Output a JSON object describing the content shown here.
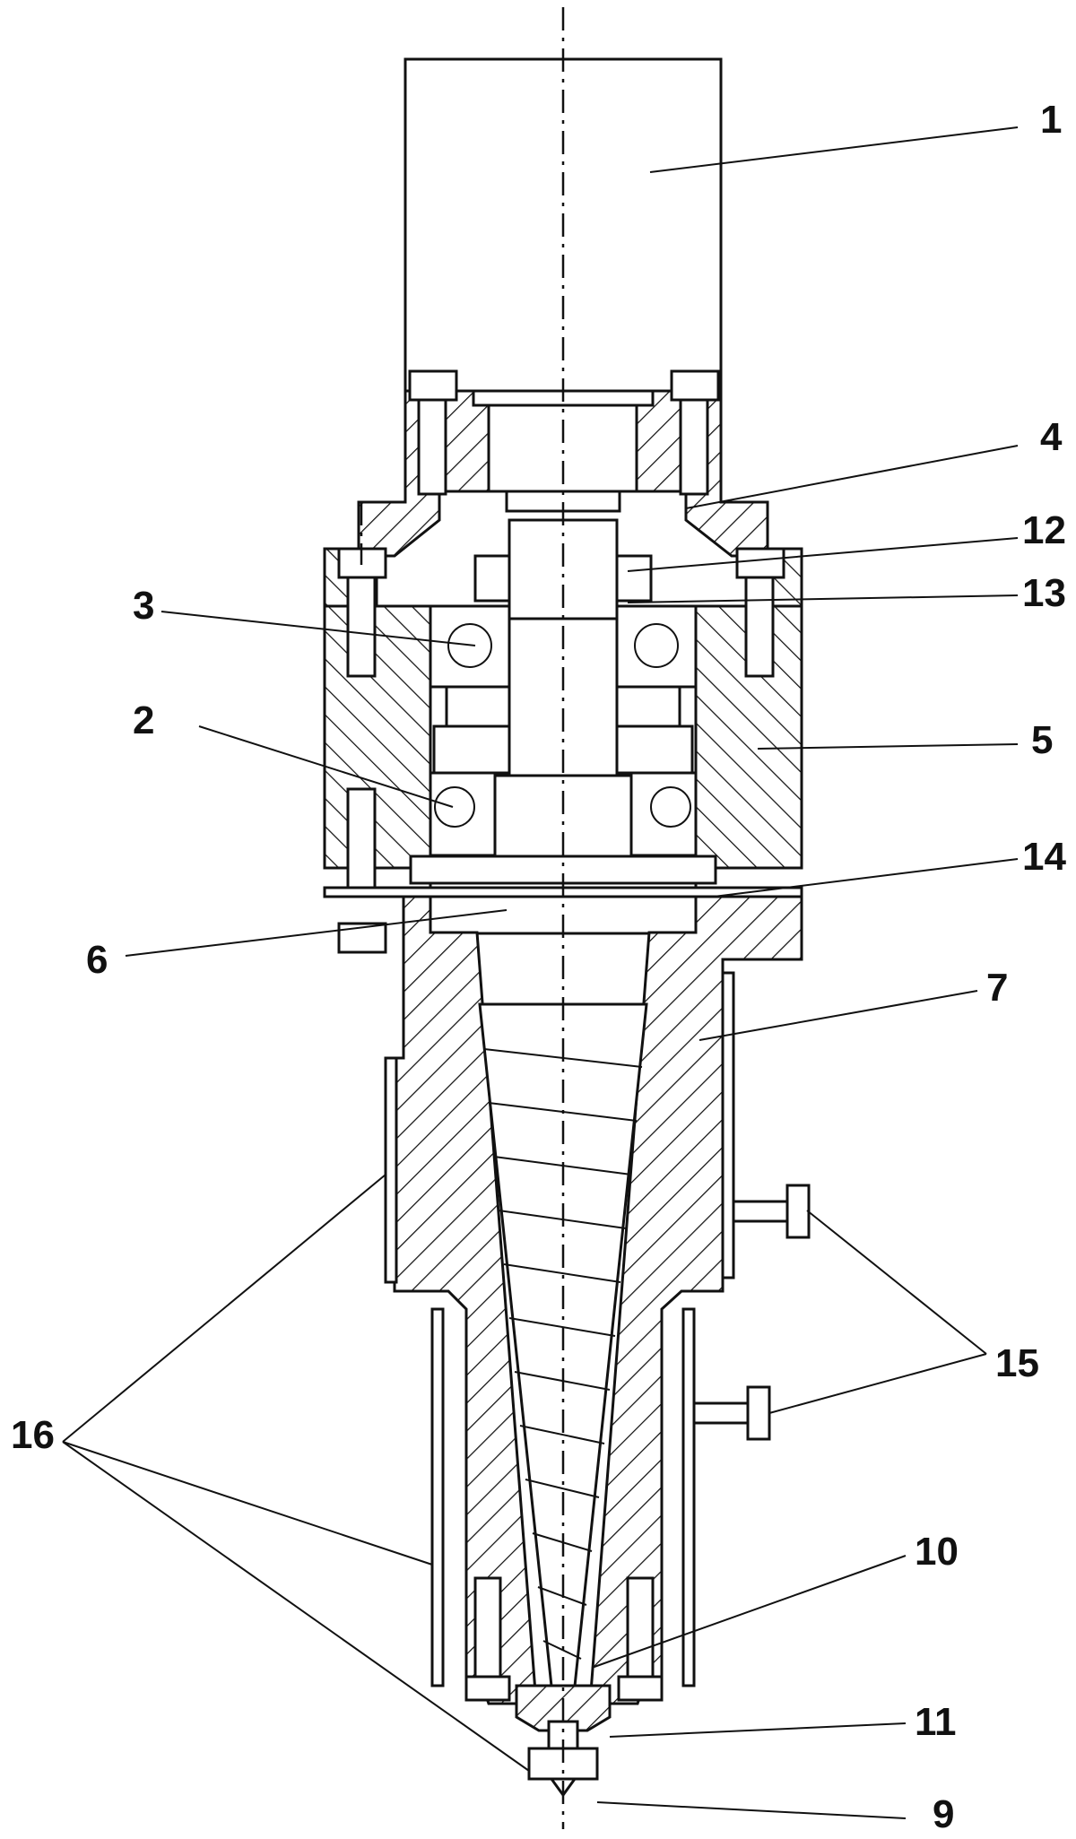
{
  "labels": [
    {
      "id": "1",
      "text": "1"
    },
    {
      "id": "4",
      "text": "4"
    },
    {
      "id": "12",
      "text": "12"
    },
    {
      "id": "13",
      "text": "13"
    },
    {
      "id": "3",
      "text": "3"
    },
    {
      "id": "2",
      "text": "2"
    },
    {
      "id": "5",
      "text": "5"
    },
    {
      "id": "14",
      "text": "14"
    },
    {
      "id": "6",
      "text": "6"
    },
    {
      "id": "7",
      "text": "7"
    },
    {
      "id": "15",
      "text": "15"
    },
    {
      "id": "16",
      "text": "16"
    },
    {
      "id": "10",
      "text": "10"
    },
    {
      "id": "11",
      "text": "11"
    },
    {
      "id": "9",
      "text": "9"
    }
  ]
}
